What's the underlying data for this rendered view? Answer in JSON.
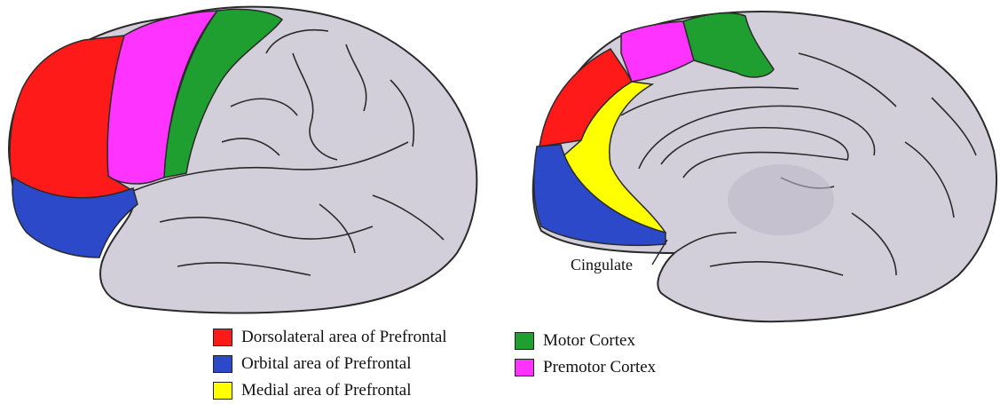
{
  "annotations": {
    "cingulate": "Cingulate"
  },
  "legend": [
    {
      "id": "dorsolateral",
      "label": "Dorsolateral area of Prefrontal",
      "color": "#ff1a1a"
    },
    {
      "id": "orbital",
      "label": "Orbital area of Prefrontal",
      "color": "#2b49c8"
    },
    {
      "id": "medial",
      "label": "Medial area of Prefrontal",
      "color": "#ffff00"
    },
    {
      "id": "motor",
      "label": "Motor Cortex",
      "color": "#1f9f2f"
    },
    {
      "id": "premotor",
      "label": "Premotor Cortex",
      "color": "#ff33ff"
    }
  ],
  "colors": {
    "brain_fill": "#d2cfdb",
    "outline": "#2a2a2a",
    "background": "#ffffff"
  }
}
